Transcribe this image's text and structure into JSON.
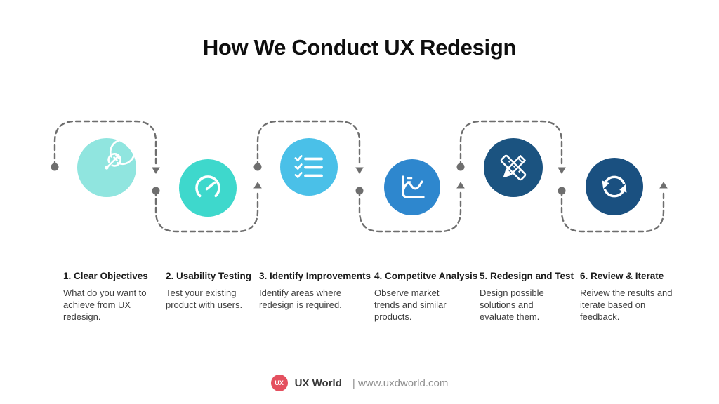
{
  "title": "How We Conduct UX Redesign",
  "colors": {
    "background": "#ffffff",
    "connector": "#6e6e6e",
    "icon_stroke": "#ffffff",
    "logo_red": "#e4505f"
  },
  "steps": [
    {
      "title": "1. Clear Objectives",
      "description": "What do you want to achieve from UX redesign.",
      "icon": "target-icon",
      "circle_color": "#90E5DF"
    },
    {
      "title": "2. Usability Testing",
      "description": "Test your existing product with users.",
      "icon": "speedometer-icon",
      "circle_color": "#3ED8CC"
    },
    {
      "title": "3. Identify Improvements",
      "description": "Identify areas where redesign is required.",
      "icon": "checklist-icon",
      "circle_color": "#4AC0E8"
    },
    {
      "title": "4. Competitve Analysis",
      "description": "Observe market trends and similar products.",
      "icon": "line-chart-icon",
      "circle_color": "#2E87CE"
    },
    {
      "title": "5. Redesign and Test",
      "description": "Design possible solutions and evaluate them.",
      "icon": "pencil-ruler-icon",
      "circle_color": "#1B5380"
    },
    {
      "title": "6. Review & Iterate",
      "description": "Reivew the results and iterate based on feedback.",
      "icon": "sync-icon",
      "circle_color": "#1A5080"
    }
  ],
  "footer": {
    "logo_text": "UX",
    "brand": "UX World",
    "website": "| www.uxdworld.com"
  }
}
